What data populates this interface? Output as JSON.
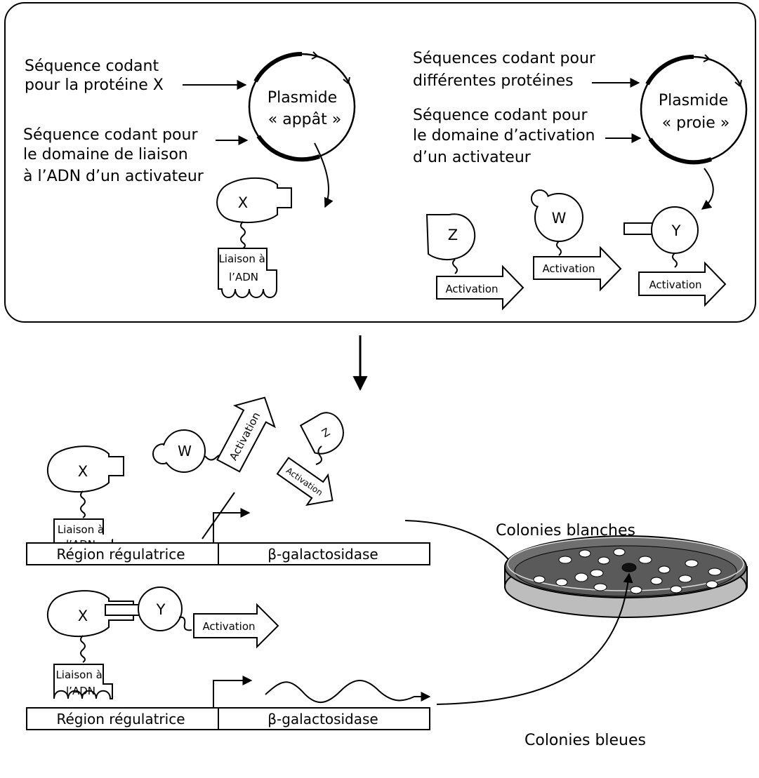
{
  "top": {
    "bait": {
      "protein_x_seq": [
        "Séquence codant",
        "pour la protéine X"
      ],
      "dbd_seq": [
        "Séquence codant pour",
        "le domaine de liaison",
        "à l’ADN d’un activateur"
      ],
      "plasmid": [
        "Plasmide",
        "« appât »"
      ],
      "protein_label": "X",
      "dbd_label": [
        "Liaison à",
        "l’ADN"
      ]
    },
    "prey": {
      "proteins_seq": [
        "Séquences codant pour",
        "différentes protéines"
      ],
      "ad_seq": [
        "Séquence codant pour",
        "le domaine d’activation",
        "d’un activateur"
      ],
      "plasmid": [
        "Plasmide",
        "« proie »"
      ],
      "proteins": [
        {
          "label": "Z",
          "domain": "Activation"
        },
        {
          "label": "W",
          "domain": "Activation"
        },
        {
          "label": "Y",
          "domain": "Activation"
        }
      ]
    }
  },
  "bottom": {
    "case1": {
      "x_label": "X",
      "dbd_label": [
        "Liaison à",
        "l’ADN"
      ],
      "w_label": "W",
      "w_domain": "Activation",
      "z_label": "Z",
      "z_domain": "Activation",
      "region": "Région régulatrice",
      "gene": "β-galactosidase"
    },
    "case2": {
      "x_label": "X",
      "y_label": "Y",
      "domain": "Activation",
      "dbd_label": [
        "Liaison à",
        "l’ADN"
      ],
      "region": "Région régulatrice",
      "gene": "β-galactosidase"
    },
    "white_colonies": "Colonies blanches",
    "blue_colonies": "Colonies bleues"
  }
}
